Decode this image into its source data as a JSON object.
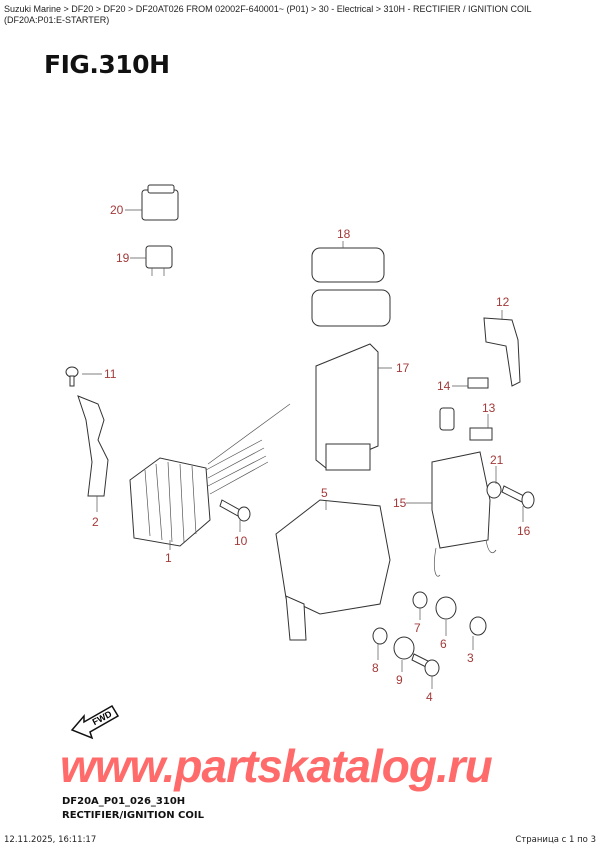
{
  "breadcrumb": "Suzuki Marine > DF20 > DF20 > DF20AT026 FROM 02002F-640001~ (P01) > 30 - Electrical > 310H - RECTIFIER / IGNITION COIL (DF20A:P01:E-STARTER)",
  "figure_title": "FIG.310H",
  "callouts": [
    "20",
    "19",
    "18",
    "12",
    "11",
    "17",
    "14",
    "13",
    "21",
    "2",
    "5",
    "15",
    "10",
    "16",
    "1",
    "7",
    "6",
    "3",
    "8",
    "9",
    "4"
  ],
  "fwd_label": "FWD",
  "watermark": "www.partskatalog.ru",
  "diagram_code": "DF20A_P01_026_310H",
  "diagram_description": "RECTIFIER/IGNITION COIL",
  "footer": {
    "datetime": "12.11.2025, 16:11:17",
    "page": "Страница с 1 по 3"
  },
  "colors": {
    "callout": "#a33a3a",
    "watermark": "#ff6a6a"
  }
}
